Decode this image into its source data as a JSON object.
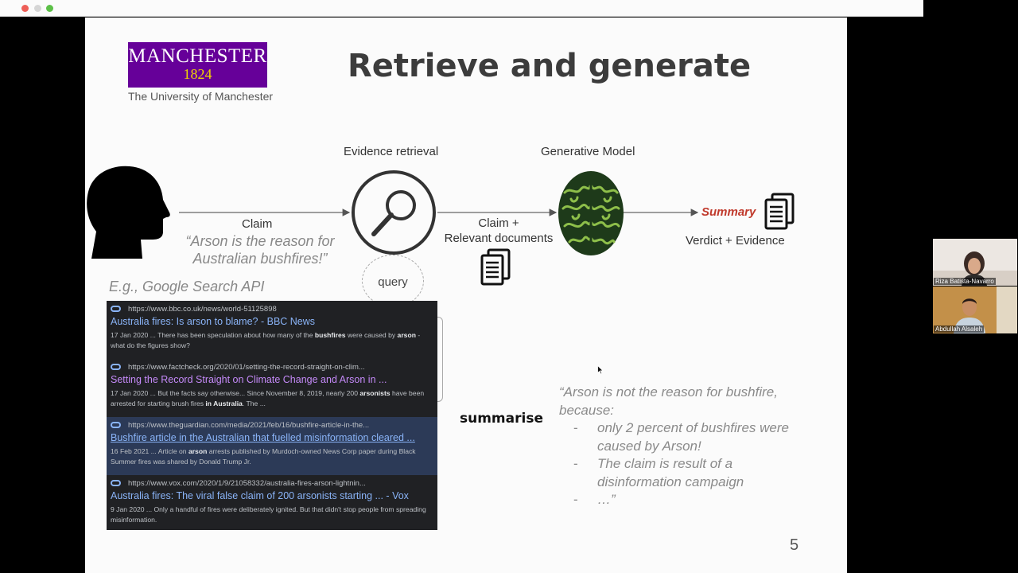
{
  "slide": {
    "title": "Retrieve and generate",
    "logo": {
      "name": "MANCHESTER",
      "year": "1824",
      "subtitle": "The University of Manchester",
      "color": "#660099"
    },
    "labels": {
      "evidence_retrieval": "Evidence retrieval",
      "generative_model": "Generative Model",
      "claim": "Claim",
      "claim_plus": "Claim +",
      "relevant_documents": "Relevant documents",
      "summary": "Summary",
      "verdict_evidence": "Verdict + Evidence",
      "query": "query",
      "summarise": "summarise",
      "example_source": "E.g., Google Search API"
    },
    "claim_quote": [
      "“Arson is the reason for",
      "Australian bushfires!”"
    ],
    "answer": {
      "intro": [
        "“Arson is not the reason for bushfire,",
        "because:"
      ],
      "bullets": [
        {
          "dash": "-",
          "lines": [
            "only 2 percent of bushfires were",
            "caused by Arson!"
          ]
        },
        {
          "dash": "-",
          "lines": [
            "The claim is result of a",
            "disinformation campaign"
          ]
        },
        {
          "dash": "-",
          "lines": [
            "…”"
          ]
        }
      ]
    },
    "page_number": "5",
    "summary_color": "#c0392b"
  },
  "search_results": [
    {
      "url": "https://www.bbc.co.uk/news/world-51125898",
      "title": "Australia fires: Is arson to blame? - BBC News",
      "snippet_1": "17 Jan 2020 ... There has been speculation about how many of the ",
      "bold_1": "bushfires",
      "snippet_2": " were caused by ",
      "bold_2": "arson",
      "snippet_3": " - what do the figures show?"
    },
    {
      "url": "https://www.factcheck.org/2020/01/setting-the-record-straight-on-clim...",
      "title": "Setting the Record Straight on Climate Change and Arson in ...",
      "snippet_1": "17 Jan 2020 ... But the facts say otherwise... Since November 8, 2019, nearly 200 ",
      "bold_1": "arsonists",
      "snippet_2": " have been arrested for starting brush fires ",
      "bold_2": "in Australia",
      "snippet_3": ". The ..."
    },
    {
      "url": "https://www.theguardian.com/media/2021/feb/16/bushfire-article-in-the...",
      "title": "Bushfire article in the Australian that fuelled misinformation cleared ...",
      "snippet_1": "16 Feb 2021 ... Article on ",
      "bold_1": "arson",
      "snippet_2": " arrests published by Murdoch-owned News Corp paper during Black Summer fires was shared by Donald Trump Jr.",
      "bold_2": "",
      "snippet_3": ""
    },
    {
      "url": "https://www.vox.com/2020/1/9/21058332/australia-fires-arson-lightnin...",
      "title": "Australia fires: The viral false claim of 200 arsonists starting ... - Vox",
      "snippet_1": "9 Jan 2020 ... Only a handful of fires were deliberately ignited. But that didn't stop people from spreading misinformation.",
      "bold_1": "",
      "snippet_2": "",
      "bold_2": "",
      "snippet_3": ""
    }
  ],
  "participants": [
    {
      "name": "Riza Batista-Navarro"
    },
    {
      "name": "Abdullah Alsaleh"
    }
  ]
}
